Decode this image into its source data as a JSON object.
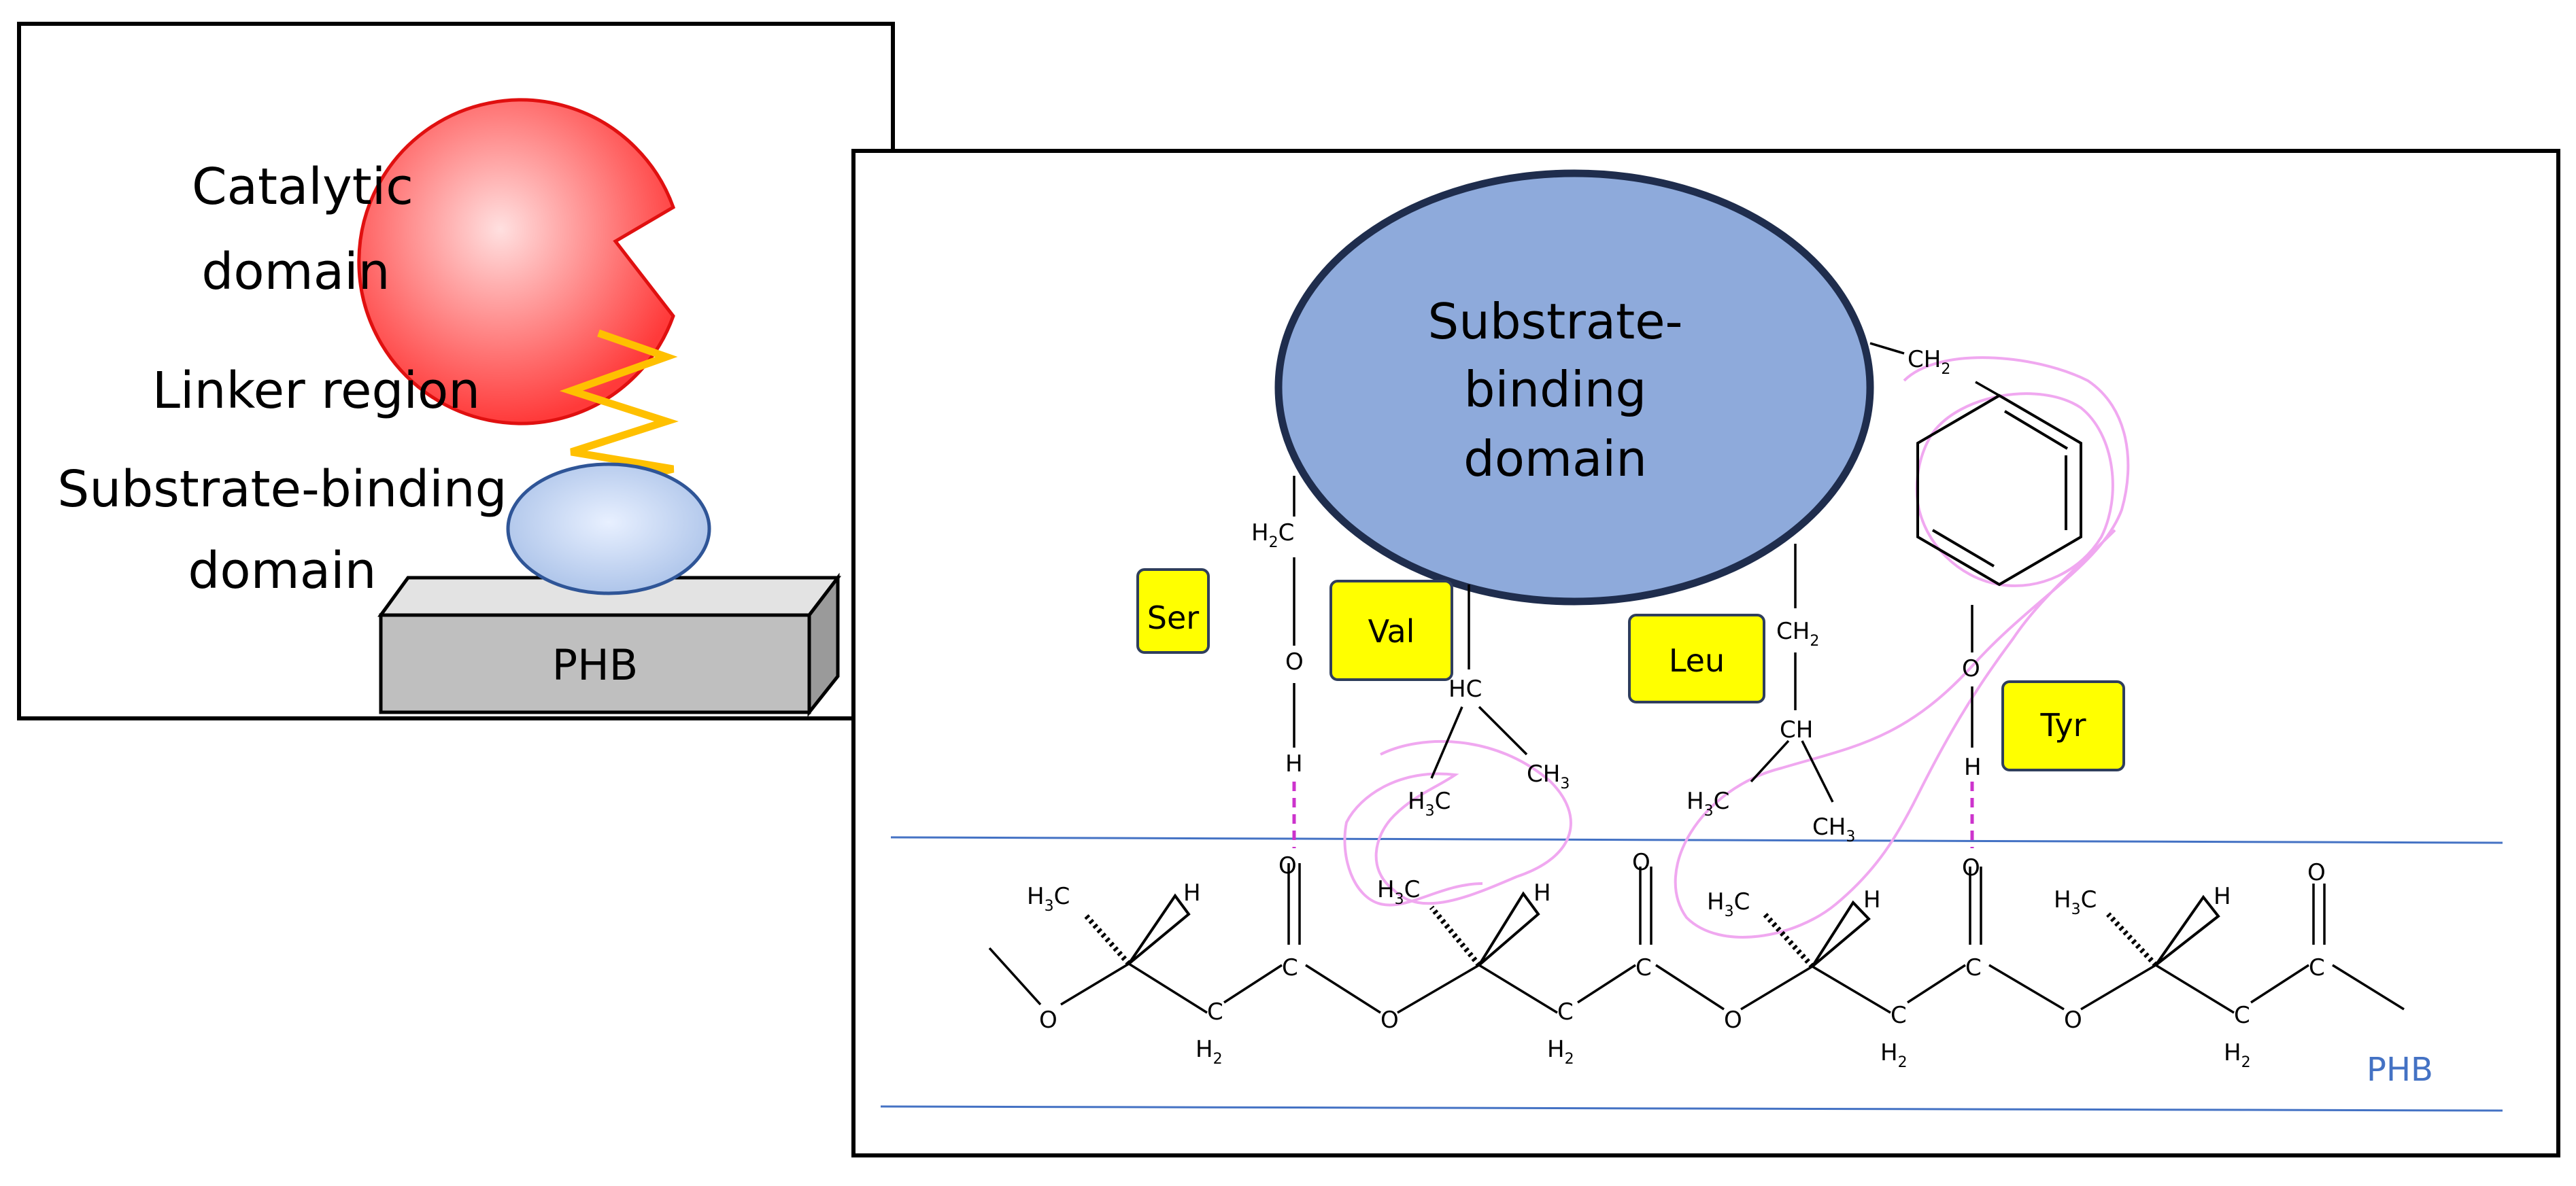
{
  "overview": {
    "catalytic_line1": "Catalytic",
    "catalytic_line2": "domain",
    "linker": "Linker region",
    "sbd_line1": "Substrate-binding",
    "sbd_line2": "domain",
    "phb_block": "PHB"
  },
  "detail": {
    "sbd_line1": "Substrate-",
    "sbd_line2": "binding",
    "sbd_line3": "domain",
    "residues": {
      "ser": "Ser",
      "val": "Val",
      "leu": "Leu",
      "tyr": "Tyr"
    },
    "phb_label": "PHB"
  },
  "colors": {
    "catalytic": "#ff6b6b",
    "catalytic_edge": "#e01010",
    "linker": "#ffc000",
    "sbd_small": "#a9c1e8",
    "sbd_big": "#8eaadb",
    "sbd_big_edge": "#1f2d4d",
    "phb_block": "#bfbfbf",
    "residue_box": "#ffff00",
    "hbond": "#cc33cc",
    "contact": "#f0a8f0",
    "surface_line": "#4472c4",
    "phb_label": "#4472c4"
  }
}
